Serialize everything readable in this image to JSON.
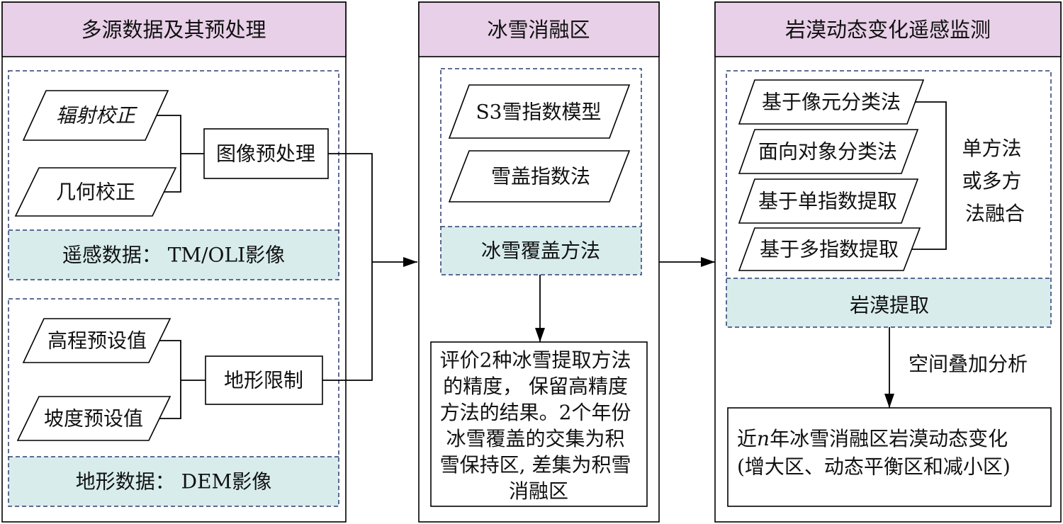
{
  "panels": {
    "left": {
      "title": "多源数据及其预处理",
      "remote_sensing": {
        "steps": [
          "辐射校正",
          "几何校正"
        ],
        "process": "图像预处理",
        "source": "遥感数据： TM/OLI影像"
      },
      "terrain": {
        "steps": [
          "高程预设值",
          "坡度预设值"
        ],
        "process": "地形限制",
        "source": "地形数据： DEM影像"
      }
    },
    "middle": {
      "title": "冰雪消融区",
      "methods": [
        "S3雪指数模型",
        "雪盖指数法"
      ],
      "group_label": "冰雪覆盖方法",
      "result_lines": [
        "评价2种冰雪提取方法",
        "的精度， 保留高精度",
        "方法的结果。2个年份",
        "冰雪覆盖的交集为积",
        "雪保持区, 差集为积雪",
        "消融区"
      ]
    },
    "right": {
      "title": "岩漠动态变化遥感监测",
      "methods": [
        "基于像元分类法",
        "面向对象分类法",
        "基于单指数提取",
        "基于多指数提取"
      ],
      "fusion_lines": [
        "单方法",
        "或多方",
        "法融合"
      ],
      "group_label": "岩漠提取",
      "arrow_label": "空间叠加分析",
      "result": {
        "line1_prefix": "近",
        "line1_var": "n",
        "line1_suffix": "年冰雪消融区岩漠动态变化",
        "line2": "(增大区、动态平衡区和减小区)"
      }
    }
  },
  "colors": {
    "header_fill": "#e8d0e8",
    "band_fill": "#d8ecec",
    "dashed_stroke": "#2a3d6e",
    "line": "#000000"
  }
}
